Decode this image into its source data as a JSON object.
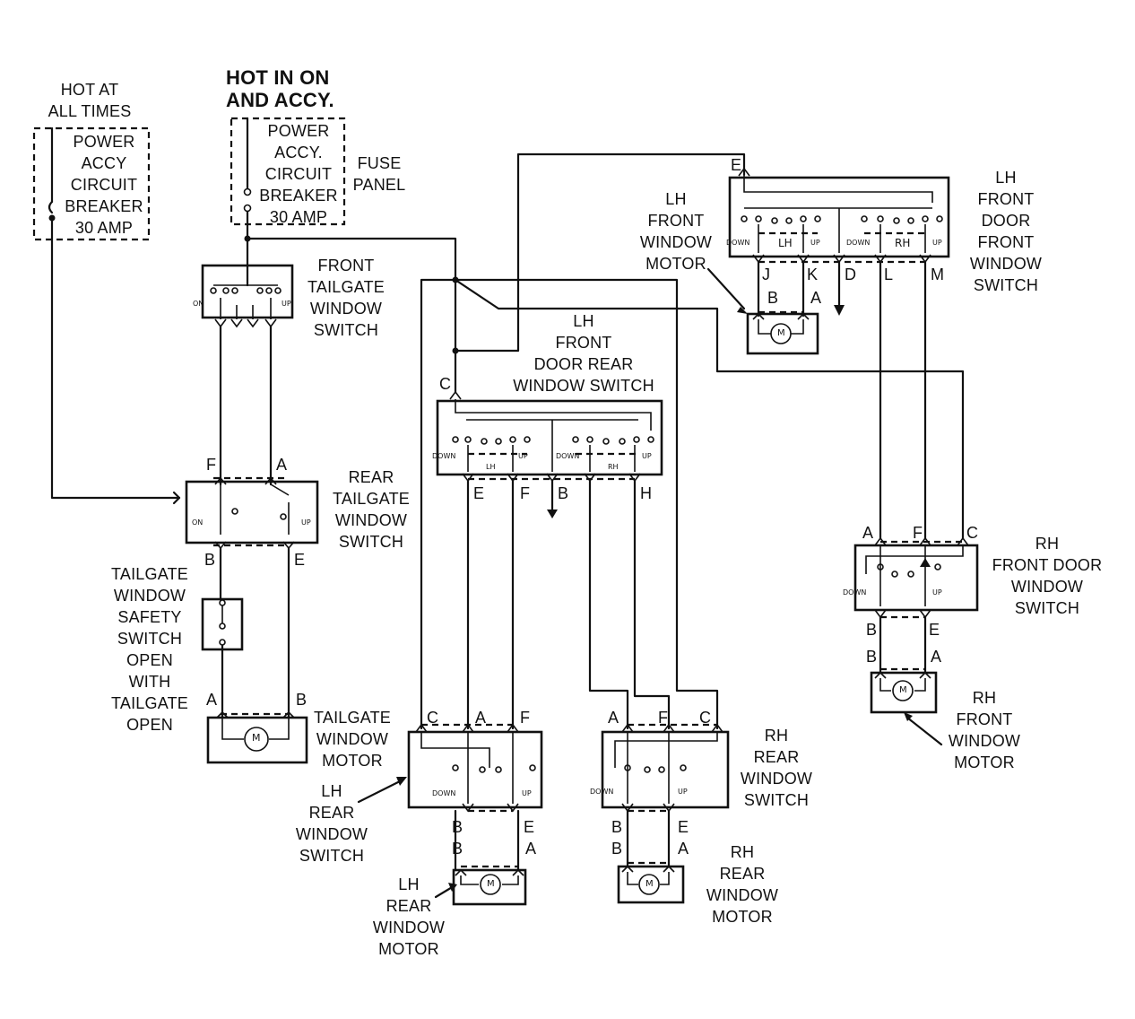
{
  "labels": {
    "hot_at_all_times": "HOT AT\nALL TIMES",
    "power_accy_breaker_left": "POWER\nACCY\nCIRCUIT\nBREAKER\n30 AMP",
    "hot_in_on": "HOT IN ON\nAND ACCY.",
    "power_accy_breaker_right": "POWER\nACCY.\nCIRCUIT\nBREAKER\n30 AMP",
    "fuse_panel": "FUSE\nPANEL",
    "front_tailgate_switch": "FRONT\nTAILGATE\nWINDOW\nSWITCH",
    "rear_tailgate_switch": "REAR\nTAILGATE\nWINDOW\nSWITCH",
    "tailgate_safety_switch": "TAILGATE\nWINDOW\nSAFETY\nSWITCH\nOPEN\nWITH\nTAILGATE\nOPEN",
    "tailgate_motor": "TAILGATE\nWINDOW\nMOTOR",
    "lh_front_door_rear_switch": "LH\nFRONT\nDOOR REAR\nWINDOW SWITCH",
    "lh_front_window_motor": "LH\nFRONT\nWINDOW\nMOTOR",
    "lh_front_door_front_switch": "LH\nFRONT\nDOOR\nFRONT\nWINDOW\nSWITCH",
    "rh_front_door_switch": "RH\nFRONT DOOR\nWINDOW\nSWITCH",
    "rh_front_window_motor": "RH\nFRONT\nWINDOW\nMOTOR",
    "lh_rear_window_switch": "LH\nREAR\nWINDOW\nSWITCH",
    "lh_rear_window_motor": "LH\nREAR\nWINDOW\nMOTOR",
    "rh_rear_window_switch": "RH\nREAR\nWINDOW\nSWITCH",
    "rh_rear_window_motor": "RH\nREAR\nWINDOW\nMOTOR"
  },
  "pins": {
    "ft_e": "E",
    "ft_j": "J",
    "ft_k": "K",
    "ft_d": "D",
    "ft_l": "L",
    "ft_m": "M",
    "ft_b": "B",
    "ft_a": "A",
    "rt_f": "F",
    "rt_a": "A",
    "rt_b": "B",
    "rt_e": "E",
    "tm_a": "A",
    "tm_b": "B",
    "dr_c": "C",
    "dr_e": "E",
    "dr_f": "F",
    "dr_b": "B",
    "dr_h": "H",
    "rhf_a": "A",
    "rhf_f": "F",
    "rhf_c": "C",
    "rhf_b": "B",
    "rhf_e": "E",
    "rhm_b": "B",
    "rhm_a": "A",
    "lr_c": "C",
    "lr_a": "A",
    "lr_f": "F",
    "lr_b": "B",
    "lr_e": "E",
    "lrm_b": "B",
    "lrm_a": "A",
    "rr_a": "A",
    "rr_f": "F",
    "rr_c": "C",
    "rr_b": "B",
    "rr_e": "E",
    "rrm_b": "B",
    "rrm_a": "A"
  },
  "switch_terms": {
    "on": "ON",
    "up": "UP",
    "down": "DOWN",
    "lh": "LH",
    "rh": "RH",
    "motor": "M"
  },
  "icons": {
    "ground": "ground-icon",
    "motor": "motor-icon",
    "circuit_breaker": "circuit-breaker-icon",
    "pointer_arrow": "pointer-arrow-icon"
  }
}
